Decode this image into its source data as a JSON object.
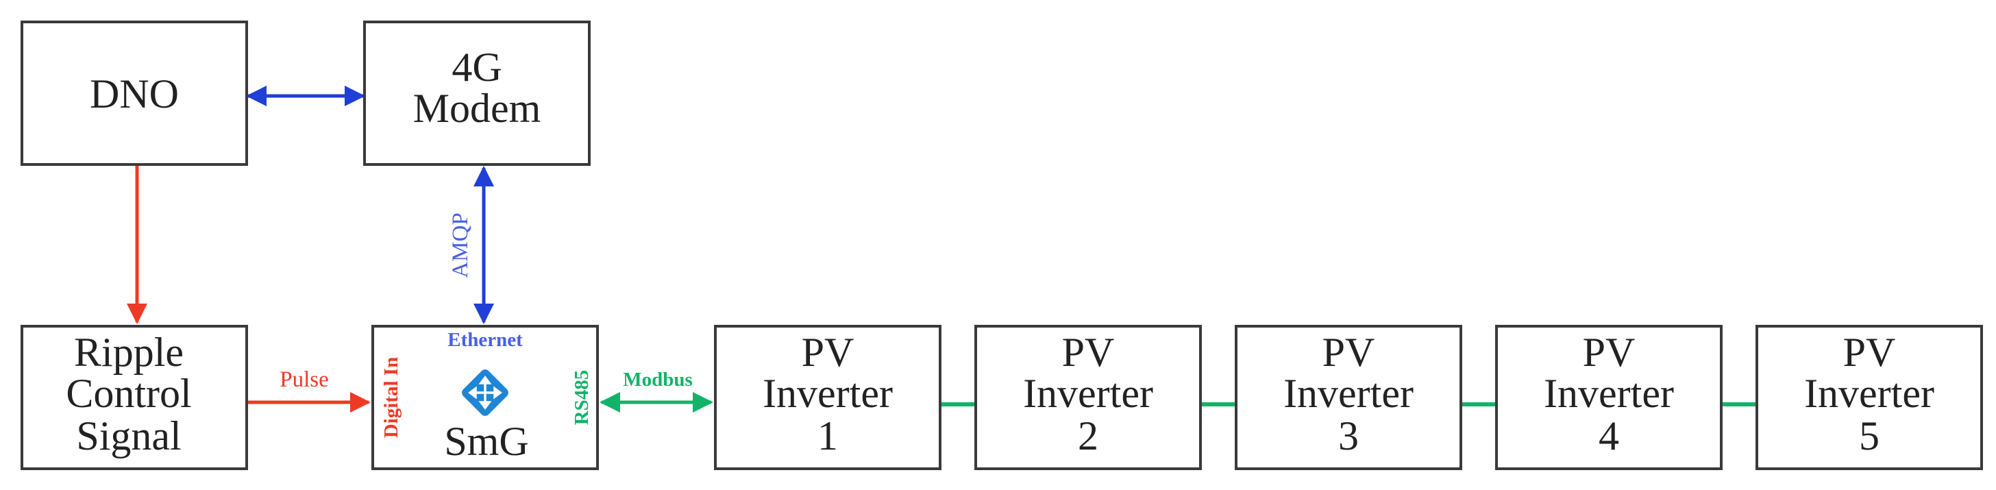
{
  "nodes": {
    "dno": {
      "lines": [
        "DNO"
      ]
    },
    "modem": {
      "lines": [
        "4G",
        "Modem"
      ]
    },
    "ripple": {
      "lines": [
        "Ripple",
        "Control",
        "Signal"
      ]
    },
    "smg": {
      "label": "SmG",
      "port_top": "Ethernet",
      "port_left": "Digital In",
      "port_right": "RS485"
    },
    "inverters": [
      {
        "lines": [
          "PV",
          "Inverter",
          "1"
        ]
      },
      {
        "lines": [
          "PV",
          "Inverter",
          "2"
        ]
      },
      {
        "lines": [
          "PV",
          "Inverter",
          "3"
        ]
      },
      {
        "lines": [
          "PV",
          "Inverter",
          "4"
        ]
      },
      {
        "lines": [
          "PV",
          "Inverter",
          "5"
        ]
      }
    ]
  },
  "edges": {
    "amqp": "AMQP",
    "pulse": "Pulse",
    "modbus": "Modbus"
  },
  "colors": {
    "red": "#ee3a24",
    "blue": "#1f3fd6",
    "blue_text": "#4a5fe6",
    "green": "#12b368",
    "box_stroke": "#3a3a3a",
    "router_icon": "#1f86d6"
  }
}
